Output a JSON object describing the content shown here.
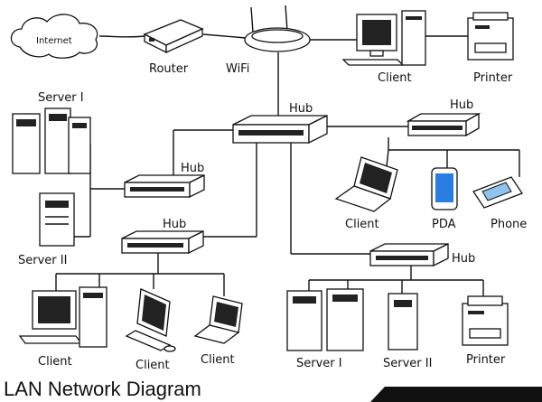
{
  "labels": {
    "internet": "Internet",
    "router": "Router",
    "wifi": "WiFi",
    "client_top": "Client",
    "printer_top": "Printer",
    "server1_left": "Server I",
    "server2_left": "Server II",
    "hub_center": "Hub",
    "hub_right_top": "Hub",
    "hub_left_mid": "Hub",
    "hub_left_low": "Hub",
    "hub_right_low": "Hub",
    "client_laptop_right": "Client",
    "pda": "PDA",
    "phone": "Phone",
    "client_bottom_1": "Client",
    "client_bottom_2": "Client",
    "client_bottom_3": "Client",
    "server1_bottom": "Server I",
    "server2_bottom": "Server II",
    "printer_bottom": "Printer"
  },
  "title": "LAN Network Diagram",
  "colors": {
    "ink": "#111111",
    "pda_screen": "#2a7de1",
    "phone_screen": "#8fc3ee",
    "footer_bar": "#111111"
  }
}
